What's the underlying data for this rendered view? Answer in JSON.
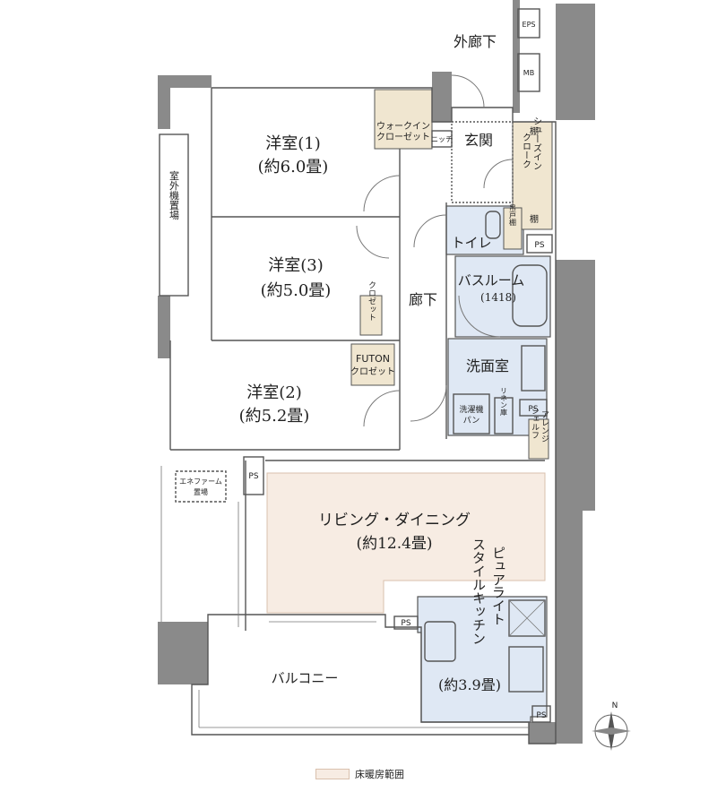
{
  "rooms": {
    "western1": {
      "name": "洋室(1)",
      "size": "(約6.0畳)"
    },
    "western3": {
      "name": "洋室(3)",
      "size": "(約5.0畳)"
    },
    "western2": {
      "name": "洋室(2)",
      "size": "(約5.2畳)"
    },
    "ldk": {
      "name": "リビング・ダイニング",
      "size": "(約12.4畳)"
    },
    "kitchen": {
      "line1": "ピュア",
      "line2": "ライト",
      "line3": "スタイル",
      "line4": "キッチン",
      "size": "(約3.9畳)"
    },
    "bath": {
      "name": "バスルーム",
      "size": "(1418)"
    },
    "washroom": {
      "name": "洗面室"
    },
    "toilet": {
      "name": "トイレ"
    },
    "entrance": {
      "name": "玄関"
    },
    "hallway": {
      "name": "廊下"
    },
    "balcony": {
      "name": "バルコニー"
    },
    "outer_corridor": {
      "name": "外廊下"
    }
  },
  "labels": {
    "walk_in_closet_1": "ウォークイン",
    "walk_in_closet_2": "クローゼット",
    "niche": "ニッチ",
    "closet_a": "クロゼット",
    "futon_1": "FUTON",
    "futon_2": "クロゼット",
    "shoes_in_1": "シューズイン",
    "shoes_in_2": "クローク",
    "shelf": "棚",
    "shelf2": "棚",
    "toilet_shelf": "吊戸棚",
    "ps": "PS",
    "eps": "EPS",
    "mb": "MB",
    "outdoor_unit": "室外機置場",
    "laundry_1": "洗濯機",
    "laundry_2": "パン",
    "linen": "リネン庫",
    "arrange_1": "アレンジ",
    "arrange_2": "シェルフ",
    "enefarm_1": "エネファーム",
    "enefarm_2": "置場",
    "north": "N"
  },
  "legend": {
    "floor_heating": "床暖房範囲"
  },
  "colors": {
    "wall": "#8a8a8a",
    "wet_area": "#dfe8f4",
    "floor_heating": "#f7ece3",
    "closet": "#f0e6d0",
    "line": "#555555"
  }
}
